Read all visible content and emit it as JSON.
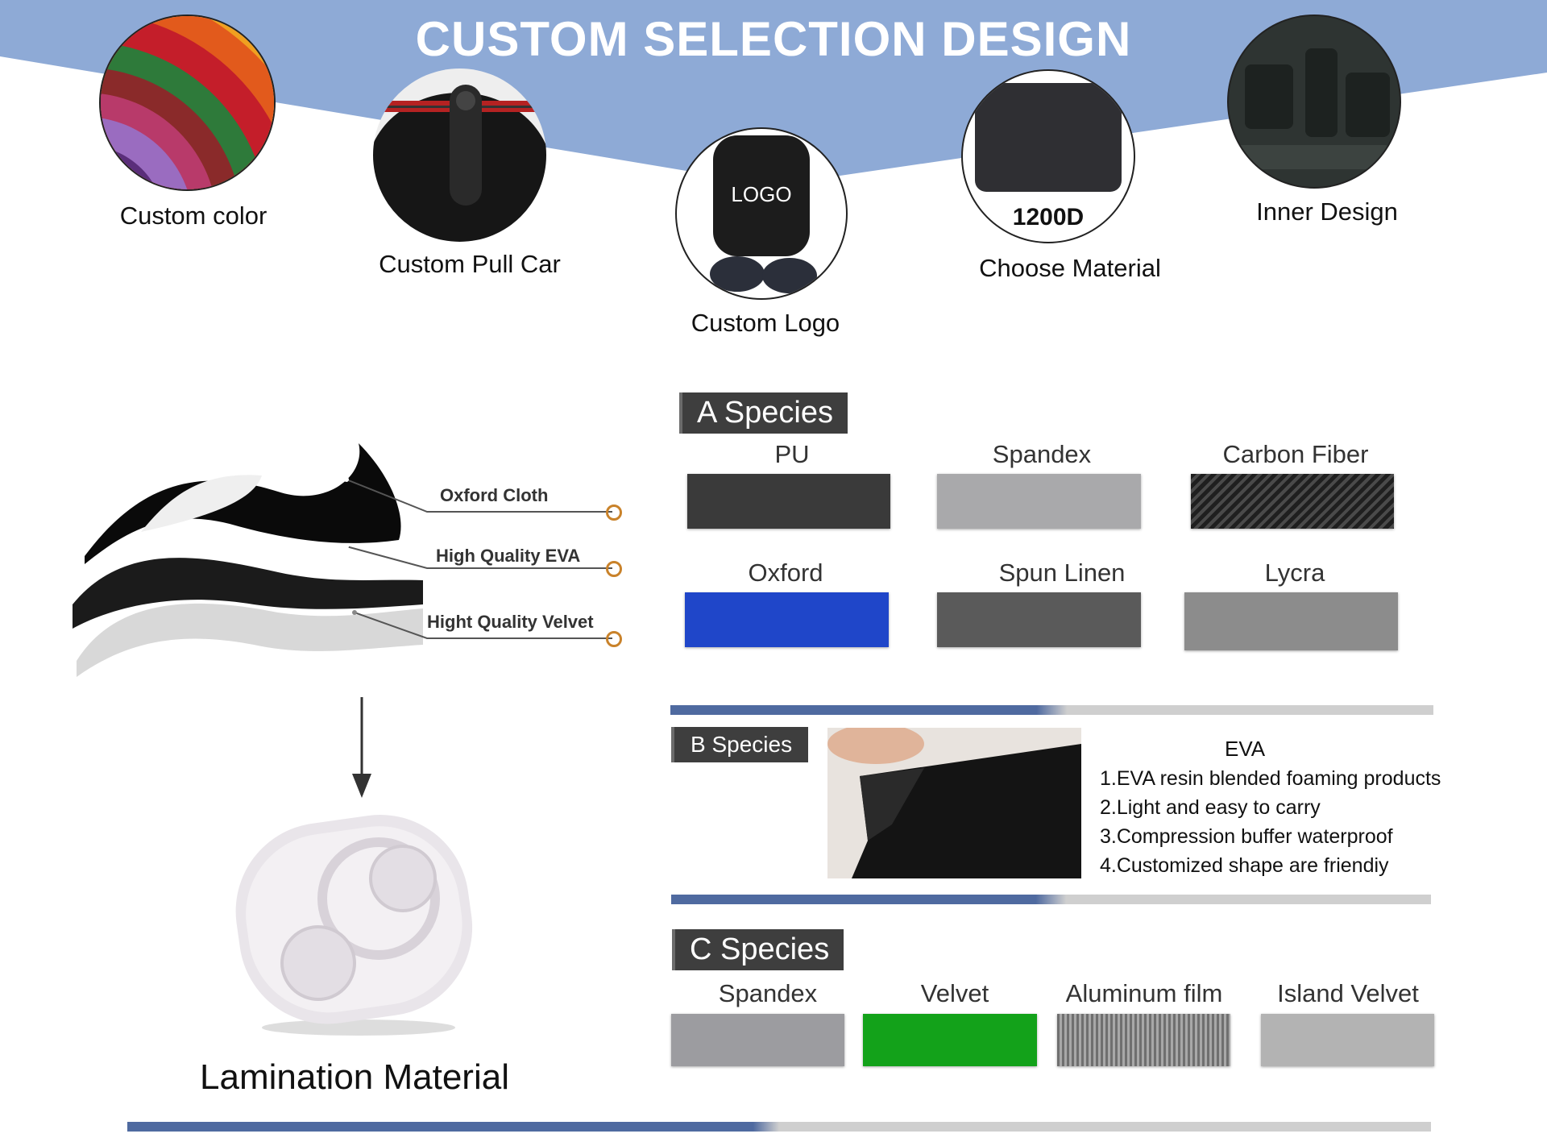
{
  "header": {
    "title": "CUSTOM SELECTION DESIGN"
  },
  "options": [
    {
      "label": "Custom color"
    },
    {
      "label": "Custom Pull Car"
    },
    {
      "label": "Custom Logo",
      "logo_text": "LOGO"
    },
    {
      "label": "Choose Material",
      "material_code": "1200D"
    },
    {
      "label": "Inner Design"
    }
  ],
  "lamination": {
    "layers": [
      {
        "label": "Oxford Cloth"
      },
      {
        "label": "High Quality EVA"
      },
      {
        "label": "Hight Quality Velvet"
      }
    ],
    "caption": "Lamination Material"
  },
  "species_a": {
    "tag": "A Species",
    "materials": [
      {
        "label": "PU",
        "color": "#3a3a3a"
      },
      {
        "label": "Spandex",
        "color": "#a9a9ab"
      },
      {
        "label": "Carbon Fiber",
        "color": "#2e2e2e"
      },
      {
        "label": "Oxford",
        "color": "#1f46c9"
      },
      {
        "label": "Spun Linen",
        "color": "#5a5a5a"
      },
      {
        "label": "Lycra",
        "color": "#8c8c8c"
      }
    ]
  },
  "species_b": {
    "tag": "B Species",
    "heading": "EVA",
    "points": [
      "1.EVA resin blended foaming products",
      "2.Light and easy to carry",
      "3.Compression buffer waterproof",
      "4.Customized shape are friendiy"
    ]
  },
  "species_c": {
    "tag": "C Species",
    "materials": [
      {
        "label": "Spandex",
        "color": "#9c9ca0"
      },
      {
        "label": "Velvet",
        "color": "#13a21a"
      },
      {
        "label": "Aluminum film",
        "color": "#8a8a8a"
      },
      {
        "label": "Island Velvet",
        "color": "#b3b3b3"
      }
    ]
  },
  "colors": {
    "banner": "#8eaad6",
    "rule_blue": "#4f6aa0",
    "rule_gray": "#cfcfcf",
    "accent_ring": "#c9822a"
  }
}
